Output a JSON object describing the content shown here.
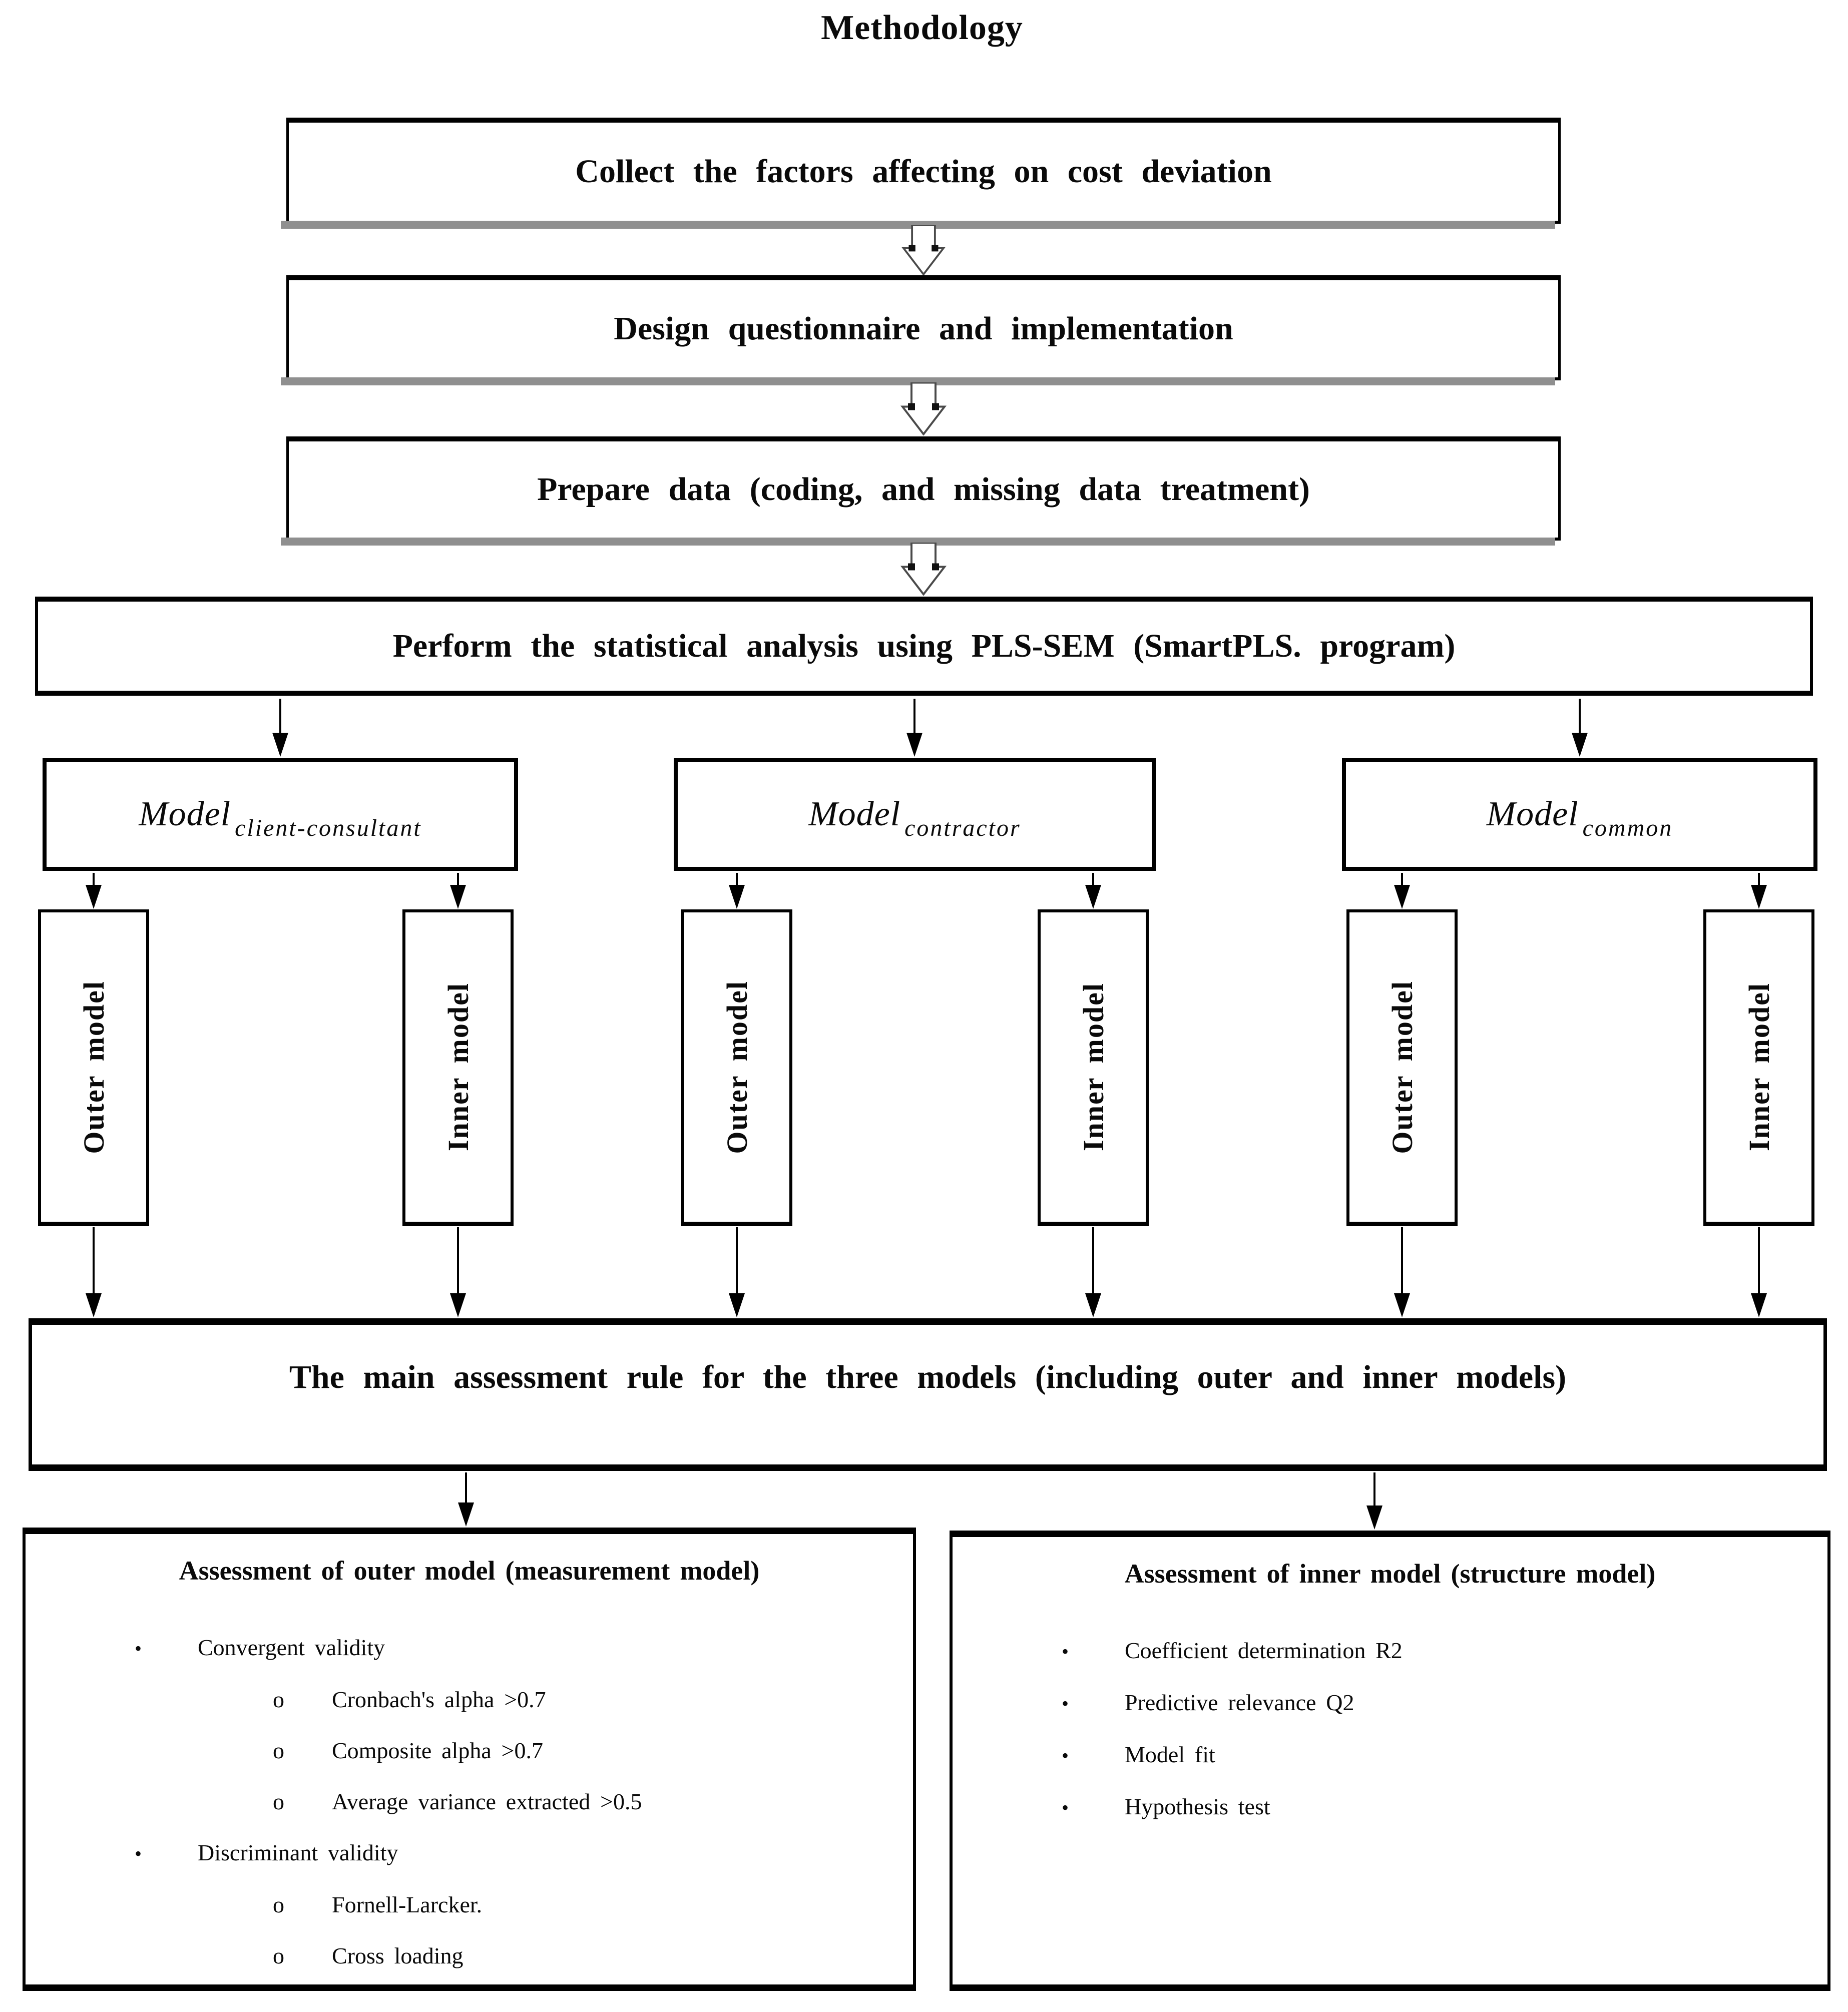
{
  "title": "Methodology",
  "flow": {
    "step1": "Collect the factors affecting on cost deviation",
    "step2": "Design questionnaire and implementation",
    "step3": "Prepare data (coding, and missing data treatment)",
    "step4": "Perform the statistical analysis using PLS-SEM (SmartPLS. program)"
  },
  "models": [
    {
      "base": "Model",
      "subscript": "client-consultant"
    },
    {
      "base": "Model",
      "subscript": "contractor"
    },
    {
      "base": "Model",
      "subscript": "common"
    }
  ],
  "submodels": {
    "outer": "Outer model",
    "inner": "Inner model"
  },
  "assessment_rule": "The main assessment rule for the three models (including outer and inner models)",
  "bullets": {
    "level1": "•",
    "level2": "o"
  },
  "outer_assessment": {
    "title": "Assessment of outer model (measurement model)",
    "items": [
      {
        "level": 1,
        "text": "Convergent validity"
      },
      {
        "level": 2,
        "text": "Cronbach's alpha >0.7"
      },
      {
        "level": 2,
        "text": "Composite alpha >0.7"
      },
      {
        "level": 2,
        "text": "Average variance extracted >0.5"
      },
      {
        "level": 1,
        "text": "Discriminant validity"
      },
      {
        "level": 2,
        "text": "Fornell-Larcker."
      },
      {
        "level": 2,
        "text": "Cross loading"
      }
    ]
  },
  "inner_assessment": {
    "title": "Assessment of inner model (structure model)",
    "items": [
      {
        "level": 1,
        "text": "Coefficient determination R2"
      },
      {
        "level": 1,
        "text": "Predictive relevance Q2"
      },
      {
        "level": 1,
        "text": "Model fit"
      },
      {
        "level": 1,
        "text": "Hypothesis test"
      }
    ]
  },
  "colors": {
    "background": "#ffffff",
    "text": "#0a0a0a",
    "border": "#000000",
    "shadow": "#8f8f8f",
    "arrow_outline": "#4a4a4a"
  }
}
